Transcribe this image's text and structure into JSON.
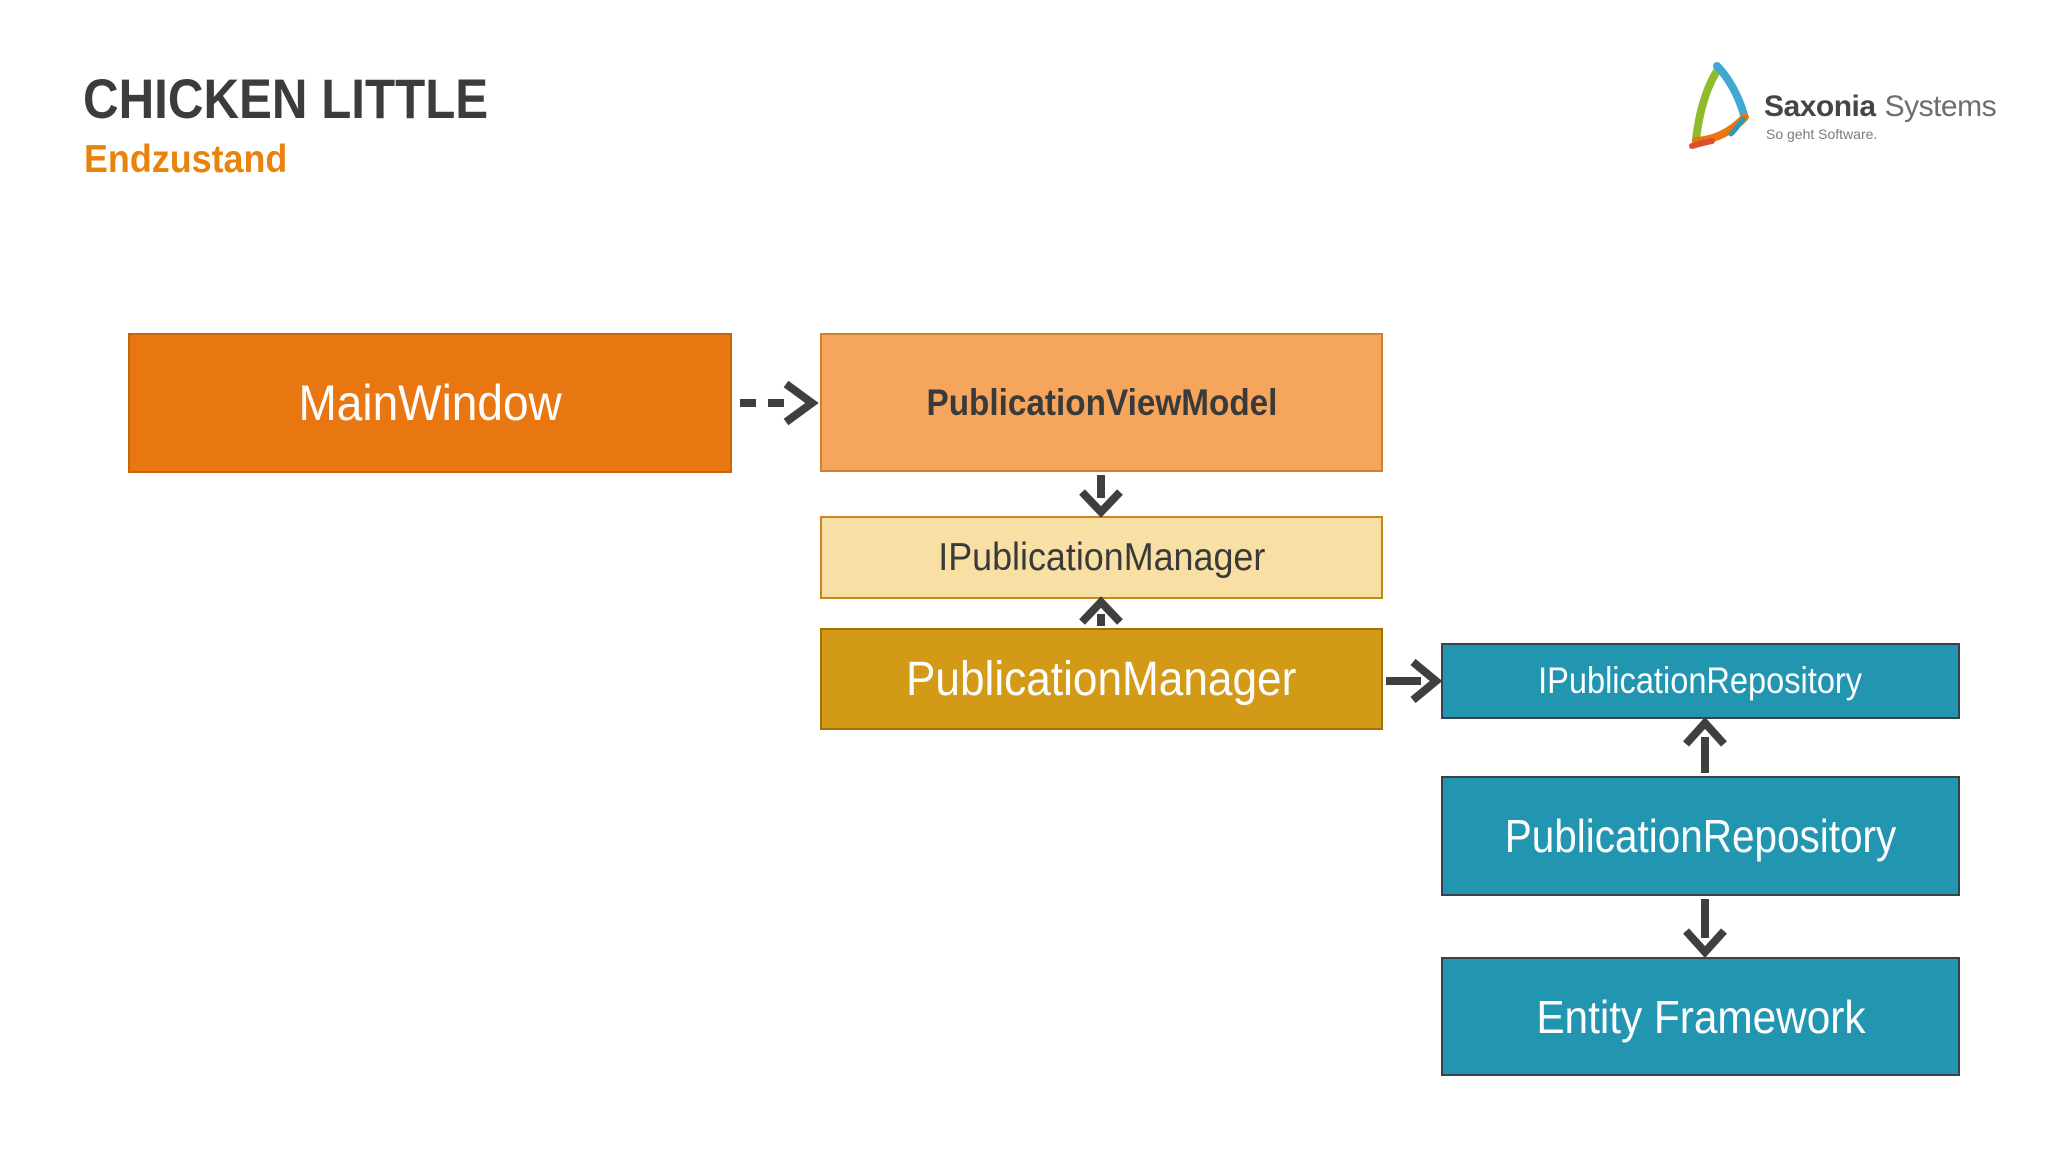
{
  "slide": {
    "title": "CHICKEN LITTLE",
    "subtitle": "Endzustand"
  },
  "logo": {
    "icon": "saxonia-triangle-logo",
    "brand_bold": "Saxonia",
    "brand_regular": "Systems",
    "tagline": "So geht Software."
  },
  "colors": {
    "title_gray": "#3C3C3C",
    "accent_orange": "#E8830D",
    "node_orange": "#E87711",
    "node_orange_light": "#F6A55C",
    "node_cream": "#F8DFA3",
    "node_gold": "#D29A17",
    "node_teal": "#2296B0",
    "arrow_gray": "#3F3F3F"
  },
  "diagram": {
    "nodes": [
      {
        "id": "MainWindow",
        "label": "MainWindow",
        "fill": "#E87711"
      },
      {
        "id": "PublicationViewModel",
        "label": "PublicationViewModel",
        "fill": "#F6A55C"
      },
      {
        "id": "IPublicationManager",
        "label": "IPublicationManager",
        "fill": "#F8DFA3"
      },
      {
        "id": "PublicationManager",
        "label": "PublicationManager",
        "fill": "#D29A17"
      },
      {
        "id": "IPublicationRepository",
        "label": "IPublicationRepository",
        "fill": "#2296B0"
      },
      {
        "id": "PublicationRepository",
        "label": "PublicationRepository",
        "fill": "#2296B0"
      },
      {
        "id": "EntityFramework",
        "label": "Entity Framework",
        "fill": "#2296B0"
      }
    ],
    "edges": [
      {
        "from": "MainWindow",
        "to": "PublicationViewModel",
        "style": "dashed",
        "direction": "right"
      },
      {
        "from": "PublicationViewModel",
        "to": "IPublicationManager",
        "style": "solid",
        "direction": "down"
      },
      {
        "from": "PublicationManager",
        "to": "IPublicationManager",
        "style": "solid",
        "direction": "up"
      },
      {
        "from": "PublicationManager",
        "to": "IPublicationRepository",
        "style": "solid",
        "direction": "right"
      },
      {
        "from": "PublicationRepository",
        "to": "IPublicationRepository",
        "style": "solid",
        "direction": "up"
      },
      {
        "from": "PublicationRepository",
        "to": "EntityFramework",
        "style": "solid",
        "direction": "down"
      }
    ]
  }
}
